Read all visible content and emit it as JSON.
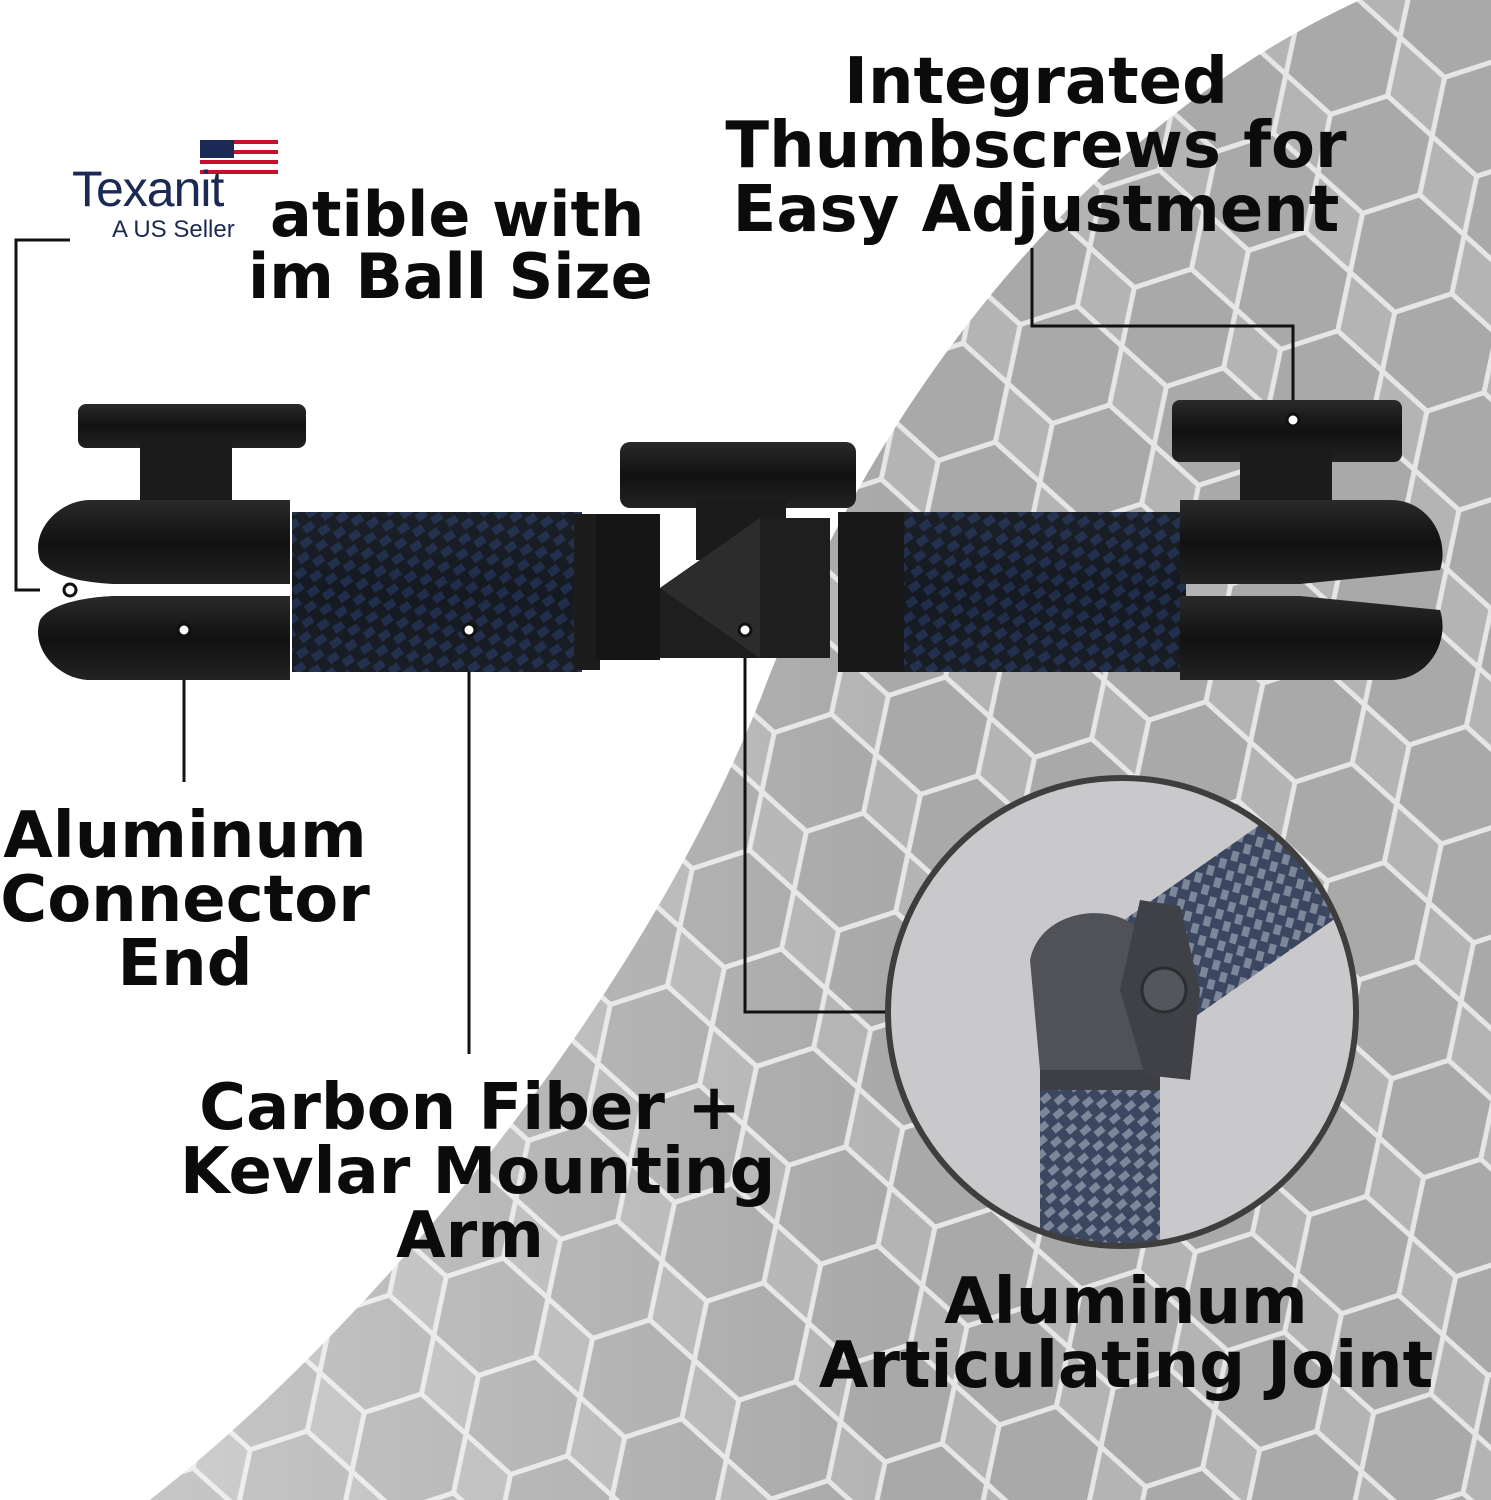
{
  "brand": {
    "name": "Texanit",
    "tagline": "A US Seller"
  },
  "callouts": {
    "ball_size": {
      "line1": "atible with",
      "line2": "im Ball Size"
    },
    "thumbscrews": {
      "line1": "Integrated",
      "line2": "Thumbscrews for",
      "line3": "Easy Adjustment"
    },
    "connector_end": {
      "line1": "Aluminum",
      "line2": "Connector",
      "line3": "End"
    },
    "mounting_arm": {
      "line1": "Carbon Fiber +",
      "line2": "Kevlar Mounting",
      "line3": "Arm"
    },
    "joint": {
      "line1": "Aluminum",
      "line2": "Articulating Joint"
    }
  },
  "colors": {
    "carbon_blue": "#1c2a4a",
    "carbon_dark": "#141a22",
    "metal": "#1a1a1a",
    "hex_bg": "#b9b9b9",
    "text": "#0b0b0b",
    "brand": "#1b2a55",
    "flag_red": "#c8102e"
  }
}
